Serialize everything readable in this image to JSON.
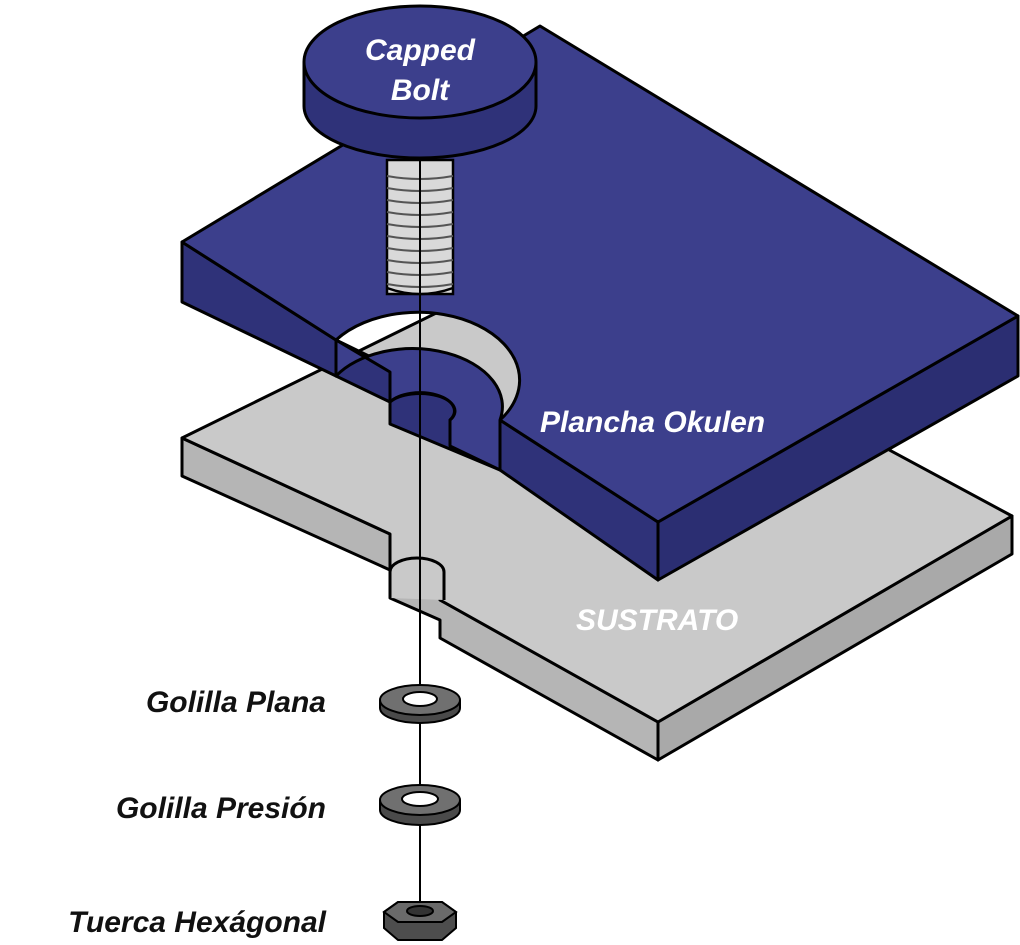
{
  "labels": {
    "bolt_line1": "Capped",
    "bolt_line2": "Bolt",
    "plate": "Plancha Okulen",
    "substrate": "SUSTRATO",
    "flat_washer": "Golilla Plana",
    "lock_washer": "Golilla Presión",
    "hex_nut": "Tuerca Hexágonal"
  },
  "colors": {
    "plate_top": "#3c3f8c",
    "plate_side": "#2f327a",
    "substrate_top": "#c8c8c8",
    "substrate_side": "#b3b3b3",
    "bolt_thread": "#d9d9d9",
    "washer": "#6e6e6e",
    "nut": "#5a5a5a",
    "outline": "#000000"
  }
}
